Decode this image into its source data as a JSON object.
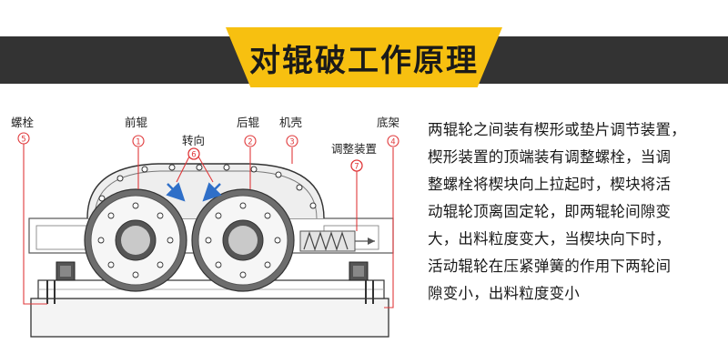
{
  "header": {
    "title": "对辊破工作原理"
  },
  "diagram": {
    "labels": {
      "bolt": "螺栓",
      "front_roller": "前辊",
      "rotation": "转向",
      "rear_roller": "后辊",
      "casing": "机壳",
      "adjuster": "调整装置",
      "base": "底架"
    },
    "numbers": {
      "bolt": "5",
      "front_roller": "1",
      "rotation": "6",
      "rear_roller": "2",
      "casing": "3",
      "adjuster": "7",
      "base": "4"
    },
    "colors": {
      "label_red": "#e0393b",
      "arrow_blue": "#2f6fc8",
      "line_gray": "#555555"
    }
  },
  "description": {
    "lines": [
      "两辊轮之间装有楔形或垫片调节装置，",
      "楔形装置的顶端装有调整螺栓，当调",
      "整螺栓将楔块向上拉起时，楔块将活",
      "动辊轮顶离固定轮，即两辊轮间隙变",
      "大，出料粒度变大，当楔块向下时，",
      "活动辊轮在压紧弹簧的作用下两轮间",
      "隙变小，出料粒度变小"
    ]
  }
}
